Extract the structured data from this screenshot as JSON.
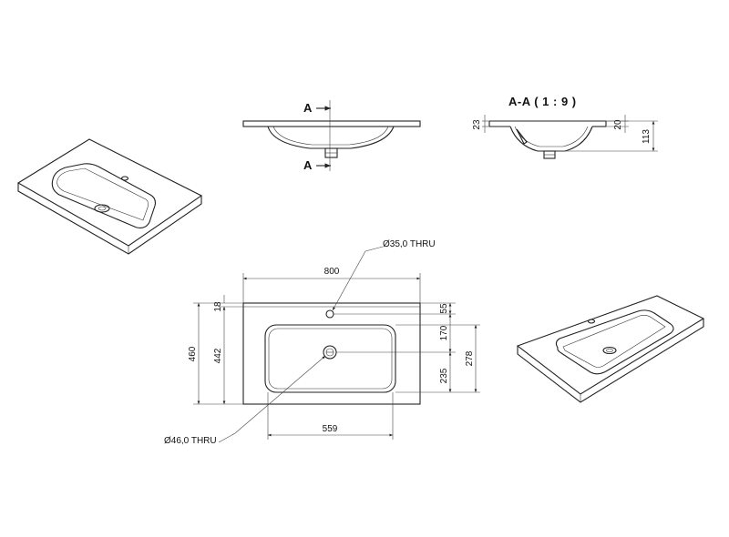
{
  "section": {
    "marker_top": "A",
    "marker_bottom": "A",
    "title": "A-A ( 1 : 9 )",
    "dims": {
      "left_thk": "23",
      "right_thk": "20",
      "depth": "113"
    }
  },
  "plan": {
    "overall_width": "800",
    "overall_depth": "460",
    "inner_depth": "442",
    "back_offset": "18",
    "bowl_width": "559",
    "tap_offset": "55",
    "hole_to_tap": "170",
    "bowl_depth": "278",
    "bowl_front": "235",
    "tap_hole_callout": "Ø35,0 THRU",
    "drain_hole_callout": "Ø46,0 THRU"
  }
}
